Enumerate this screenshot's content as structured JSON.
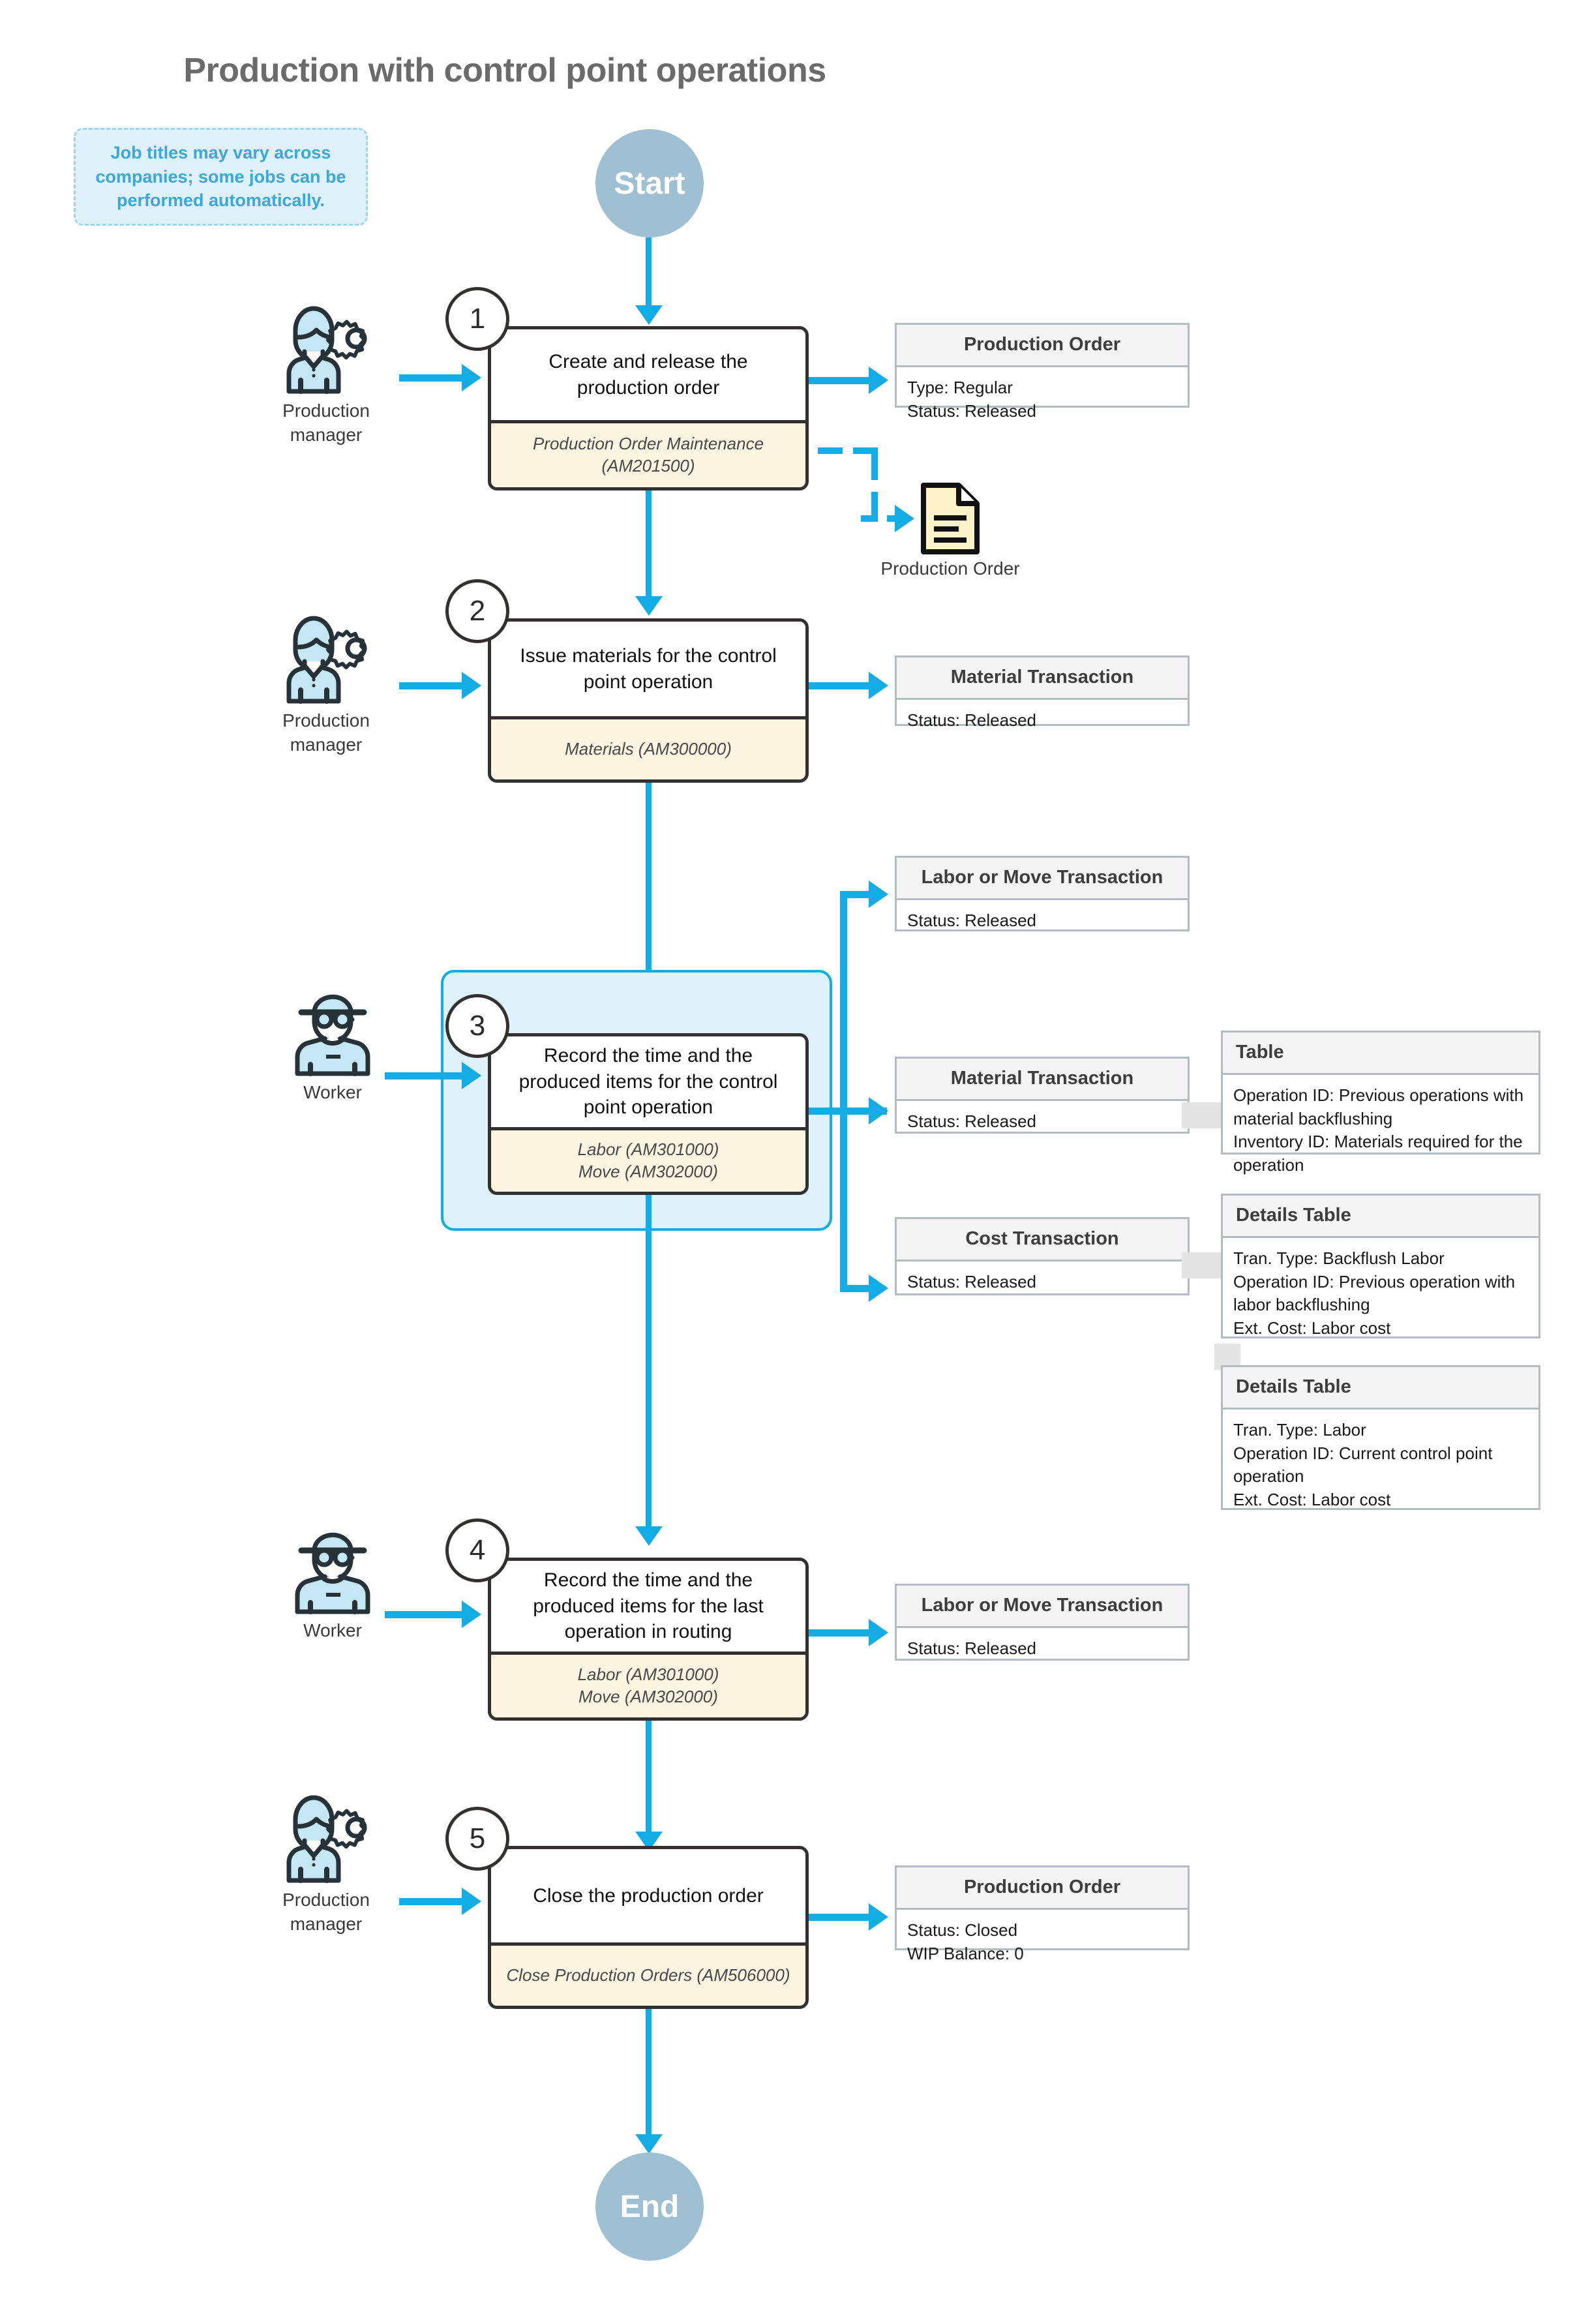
{
  "title": "Production with control point operations",
  "note": {
    "text": "Job titles may vary across companies; some jobs can be performed automatically."
  },
  "terminators": {
    "start": "Start",
    "end": "End"
  },
  "actors": {
    "production_manager": "Production\nmanager",
    "worker": "Worker"
  },
  "steps": [
    {
      "number": "1",
      "actor": "Production\nmanager",
      "actor_icon": "production-manager-icon",
      "text": "Create and release the production order",
      "screens": "Production Order Maintenance (AM201500)"
    },
    {
      "number": "2",
      "actor": "Production\nmanager",
      "actor_icon": "production-manager-icon",
      "text": "Issue materials for the control point operation",
      "screens": "Materials (AM300000)"
    },
    {
      "number": "3",
      "actor": "Worker",
      "actor_icon": "worker-icon",
      "text": "Record the time and the produced items for the control point operation",
      "screens": "Labor (AM301000)\nMove (AM302000)"
    },
    {
      "number": "4",
      "actor": "Worker",
      "actor_icon": "worker-icon",
      "text": "Record the time and the produced items for the last operation in routing",
      "screens": "Labor (AM301000)\nMove (AM302000)"
    },
    {
      "number": "5",
      "actor": "Production\nmanager",
      "actor_icon": "production-manager-icon",
      "text": "Close the production order",
      "screens": "Close Production Orders (AM506000)"
    }
  ],
  "entities": {
    "production_order_1": {
      "header": "Production Order",
      "body": "Type: Regular\nStatus: Released"
    },
    "material_transaction_2": {
      "header": "Material Transaction",
      "body": "Status: Released"
    },
    "labor_move_transaction_3": {
      "header": "Labor or Move Transaction",
      "body": "Status: Released"
    },
    "material_transaction_3": {
      "header": "Material Transaction",
      "body": "Status: Released"
    },
    "cost_transaction_3": {
      "header": "Cost Transaction",
      "body": "Status: Released"
    },
    "labor_move_transaction_4": {
      "header": "Labor or Move Transaction",
      "body": "Status: Released"
    },
    "production_order_5": {
      "header": "Production Order",
      "body": "Status: Closed\nWIP Balance: 0"
    }
  },
  "detail_tables": {
    "table_material": {
      "header": "Table",
      "body": "Operation ID: Previous operations with material backflushing\nInventory ID: Materials required for the operation"
    },
    "details_backflush_labor": {
      "header": "Details Table",
      "body": "Tran. Type: Backflush Labor\nOperation ID: Previous operation with labor backflushing\nExt. Cost: Labor cost"
    },
    "details_labor": {
      "header": "Details Table",
      "body": "Tran. Type: Labor\nOperation ID: Current control point operation\nExt. Cost: Labor cost"
    }
  },
  "documents": {
    "production_order_doc": {
      "label": "Production Order",
      "icon": "document-icon"
    }
  },
  "colors": {
    "flow_arrow": "#13ACE4",
    "terminator": "#9FC0D2",
    "note_bg": "#DFF1FA",
    "note_text": "#3AA7DD",
    "screen_footer_bg": "#FBF5E2",
    "entity_header_bg": "#F4F4F4",
    "entity_border": "#B5BCC0",
    "process_border": "#33312F",
    "title_text": "#6B6B6B",
    "highlight_bg": "#DFF1FA"
  }
}
